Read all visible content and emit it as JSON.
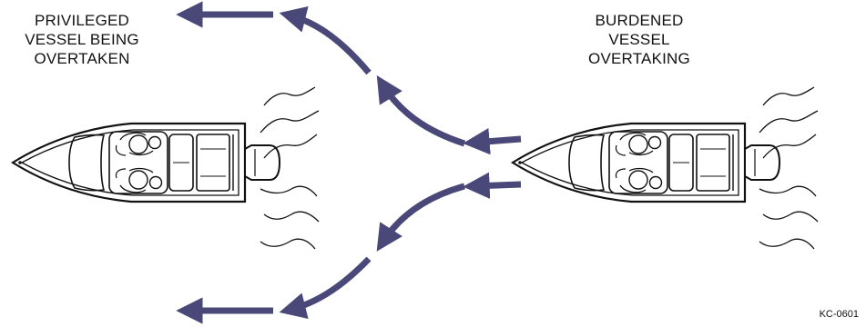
{
  "labels": {
    "privileged": [
      "PRIVILEGED",
      "VESSEL BEING",
      "OVERTAKEN"
    ],
    "burdened": [
      "BURDENED",
      "VESSEL",
      "OVERTAKING"
    ]
  },
  "figure_code": "KC-0601",
  "colors": {
    "arrow": "#4a4878",
    "line": "#111111"
  }
}
